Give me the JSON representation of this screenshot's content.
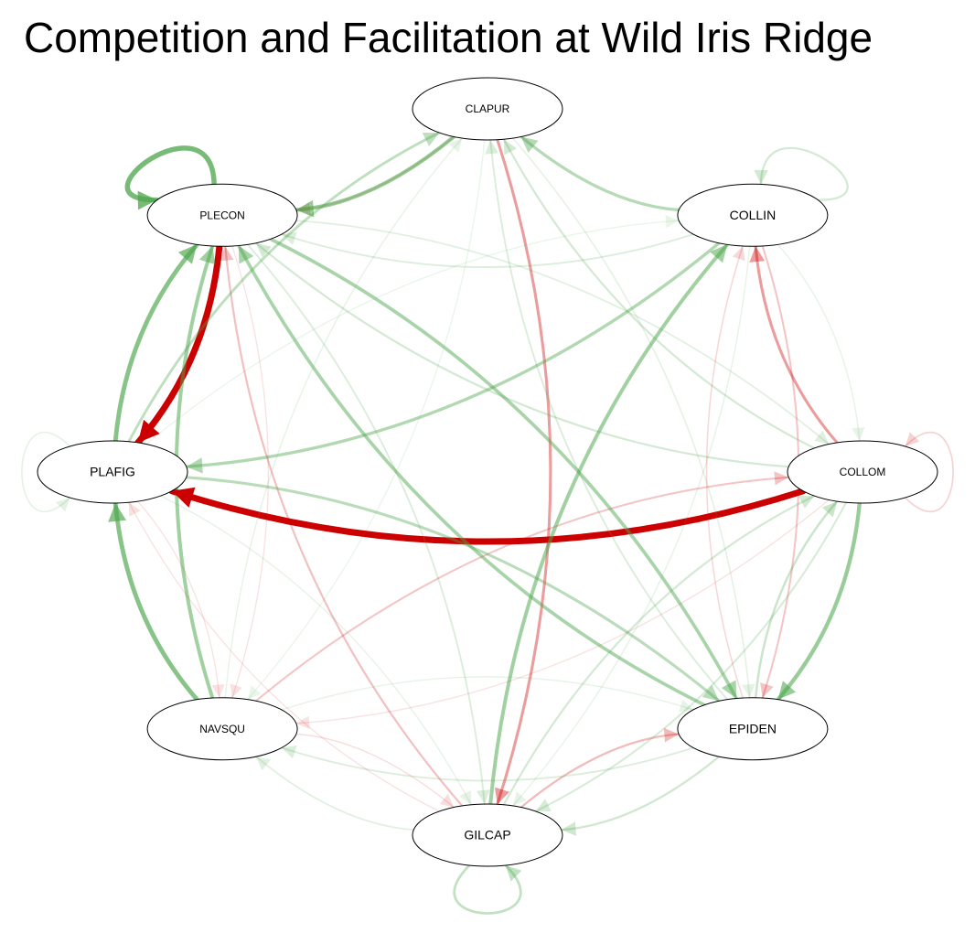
{
  "title": "Competition and Facilitation at Wild Iris Ridge",
  "colors": {
    "facilitation": "#4da64d",
    "competition": "#cc0000",
    "node_fill": "#ffffff",
    "node_stroke": "#000000"
  },
  "nodes": [
    {
      "id": "CLAPUR",
      "label": "CLAPUR"
    },
    {
      "id": "PLECON",
      "label": "PLECON"
    },
    {
      "id": "COLLIN",
      "label": "COLLIN"
    },
    {
      "id": "PLAFIG",
      "label": "PLAFIG"
    },
    {
      "id": "COLLOM",
      "label": "COLLOM"
    },
    {
      "id": "NAVSQU",
      "label": "NAVSQU"
    },
    {
      "id": "EPIDEN",
      "label": "EPIDEN"
    },
    {
      "id": "GILCAP",
      "label": "GILCAP"
    }
  ],
  "edges": [
    {
      "from": "PLECON",
      "to": "PLAFIG",
      "sign": "negative",
      "strength": 1.0
    },
    {
      "from": "COLLOM",
      "to": "PLAFIG",
      "sign": "negative",
      "strength": 1.0
    },
    {
      "from": "CLAPUR",
      "to": "GILCAP",
      "sign": "negative",
      "strength": 0.35
    },
    {
      "from": "COLLOM",
      "to": "COLLIN",
      "sign": "negative",
      "strength": 0.35
    },
    {
      "from": "COLLIN",
      "to": "EPIDEN",
      "sign": "negative",
      "strength": 0.18
    },
    {
      "from": "GILCAP",
      "to": "PLECON",
      "sign": "negative",
      "strength": 0.2
    },
    {
      "from": "GILCAP",
      "to": "EPIDEN",
      "sign": "negative",
      "strength": 0.22
    },
    {
      "from": "NAVSQU",
      "to": "COLLOM",
      "sign": "negative",
      "strength": 0.18
    },
    {
      "from": "CLAPUR",
      "to": "PLECON",
      "sign": "negative",
      "strength": 0.15
    },
    {
      "from": "PLECON",
      "to": "PLECON",
      "sign": "positive",
      "strength": 0.75
    },
    {
      "from": "CLAPUR",
      "to": "PLECON",
      "sign": "positive",
      "strength": 0.55
    },
    {
      "from": "PLAFIG",
      "to": "PLECON",
      "sign": "positive",
      "strength": 0.65
    },
    {
      "from": "NAVSQU",
      "to": "PLECON",
      "sign": "positive",
      "strength": 0.5
    },
    {
      "from": "NAVSQU",
      "to": "PLAFIG",
      "sign": "positive",
      "strength": 0.65
    },
    {
      "from": "COLLIN",
      "to": "PLAFIG",
      "sign": "positive",
      "strength": 0.4
    },
    {
      "from": "COLLIN",
      "to": "CLAPUR",
      "sign": "positive",
      "strength": 0.38
    },
    {
      "from": "EPIDEN",
      "to": "PLECON",
      "sign": "positive",
      "strength": 0.45
    },
    {
      "from": "PLECON",
      "to": "EPIDEN",
      "sign": "positive",
      "strength": 0.45
    },
    {
      "from": "GILCAP",
      "to": "COLLIN",
      "sign": "positive",
      "strength": 0.5
    },
    {
      "from": "COLLOM",
      "to": "EPIDEN",
      "sign": "positive",
      "strength": 0.55
    },
    {
      "from": "PLAFIG",
      "to": "EPIDEN",
      "sign": "positive",
      "strength": 0.35
    },
    {
      "from": "PLAFIG",
      "to": "CLAPUR",
      "sign": "positive",
      "strength": 0.32
    },
    {
      "from": "EPIDEN",
      "to": "COLLOM",
      "sign": "positive",
      "strength": 0.25
    },
    {
      "from": "GILCAP",
      "to": "COLLOM",
      "sign": "positive",
      "strength": 0.2
    },
    {
      "from": "COLLOM",
      "to": "CLAPUR",
      "sign": "positive",
      "strength": 0.2
    },
    {
      "from": "COLLIN",
      "to": "COLLIN",
      "sign": "positive",
      "strength": 0.2
    },
    {
      "from": "GILCAP",
      "to": "GILCAP",
      "sign": "positive",
      "strength": 0.3
    },
    {
      "from": "COLLIN",
      "to": "PLECON",
      "sign": "positive",
      "strength": 0.15
    },
    {
      "from": "COLLOM",
      "to": "PLECON",
      "sign": "positive",
      "strength": 0.2
    },
    {
      "from": "EPIDEN",
      "to": "GILCAP",
      "sign": "positive",
      "strength": 0.22
    },
    {
      "from": "COLLOM",
      "to": "GILCAP",
      "sign": "positive",
      "strength": 0.18
    },
    {
      "from": "PLECON",
      "to": "GILCAP",
      "sign": "positive",
      "strength": 0.15
    },
    {
      "from": "EPIDEN",
      "to": "NAVSQU",
      "sign": "positive",
      "strength": 0.15
    },
    {
      "from": "GILCAP",
      "to": "NAVSQU",
      "sign": "positive",
      "strength": 0.12
    },
    {
      "from": "EPIDEN",
      "to": "CLAPUR",
      "sign": "positive",
      "strength": 0.15
    },
    {
      "from": "PLECON",
      "to": "COLLOM",
      "sign": "positive",
      "strength": 0.12
    },
    {
      "from": "NAVSQU",
      "to": "CLAPUR",
      "sign": "positive",
      "strength": 0.08
    },
    {
      "from": "PLAFIG",
      "to": "COLLIN",
      "sign": "positive",
      "strength": 0.06
    },
    {
      "from": "NAVSQU",
      "to": "EPIDEN",
      "sign": "positive",
      "strength": 0.08
    },
    {
      "from": "CLAPUR",
      "to": "NAVSQU",
      "sign": "positive",
      "strength": 0.06
    },
    {
      "from": "PLAFIG",
      "to": "GILCAP",
      "sign": "positive",
      "strength": 0.08
    },
    {
      "from": "CLAPUR",
      "to": "EPIDEN",
      "sign": "positive",
      "strength": 0.1
    },
    {
      "from": "COLLIN",
      "to": "GILCAP",
      "sign": "positive",
      "strength": 0.08
    },
    {
      "from": "COLLIN",
      "to": "COLLOM",
      "sign": "positive",
      "strength": 0.08
    },
    {
      "from": "PLAFIG",
      "to": "NAVSQU",
      "sign": "negative",
      "strength": 0.06
    },
    {
      "from": "PLECON",
      "to": "NAVSQU",
      "sign": "negative",
      "strength": 0.06
    },
    {
      "from": "GILCAP",
      "to": "PLAFIG",
      "sign": "negative",
      "strength": 0.06
    },
    {
      "from": "EPIDEN",
      "to": "COLLIN",
      "sign": "negative",
      "strength": 0.1
    },
    {
      "from": "COLLOM",
      "to": "COLLOM",
      "sign": "negative",
      "strength": 0.12
    },
    {
      "from": "PLAFIG",
      "to": "PLAFIG",
      "sign": "positive",
      "strength": 0.1
    },
    {
      "from": "NAVSQU",
      "to": "GILCAP",
      "sign": "negative",
      "strength": 0.08
    },
    {
      "from": "COLLOM",
      "to": "NAVSQU",
      "sign": "negative",
      "strength": 0.06
    }
  ]
}
